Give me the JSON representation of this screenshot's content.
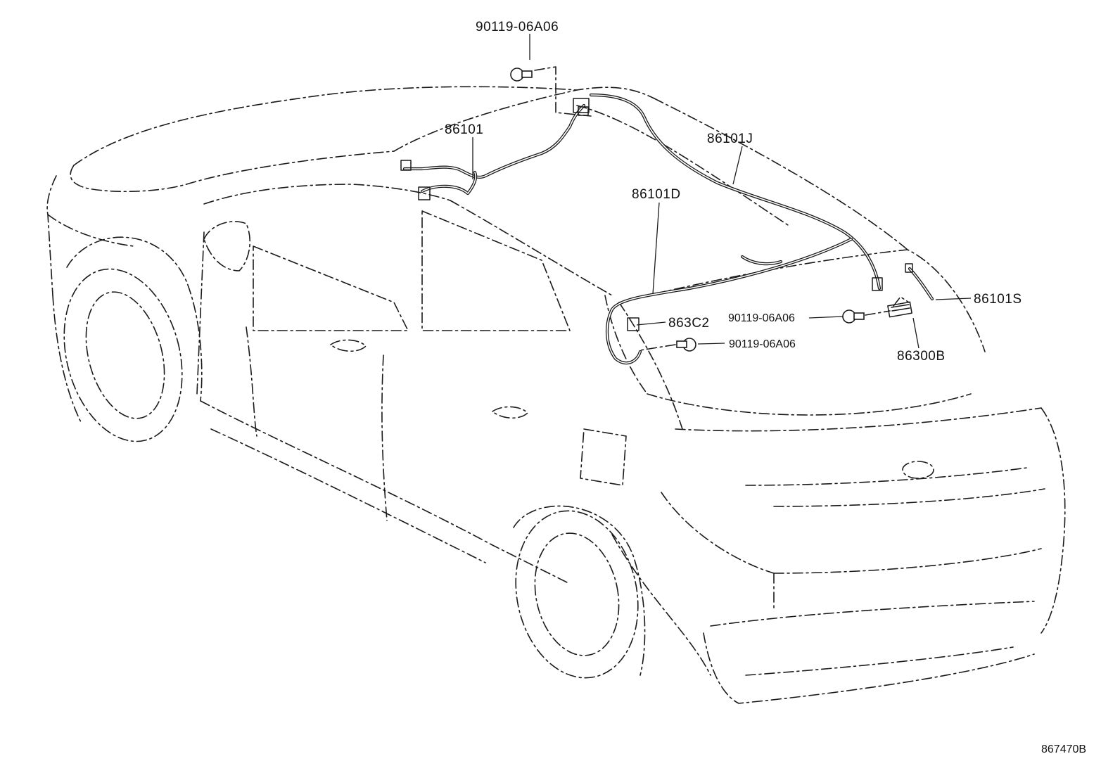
{
  "diagram": {
    "parts": [
      {
        "id": "bolt-top",
        "label": "90119-06A06"
      },
      {
        "id": "harness-main",
        "label": "86101"
      },
      {
        "id": "harness-roof",
        "label": "86101J"
      },
      {
        "id": "harness-trunk",
        "label": "86101D"
      },
      {
        "id": "harness-side",
        "label": "86101S"
      },
      {
        "id": "connector-863c2",
        "label": "863C2"
      },
      {
        "id": "bolt-mid-right",
        "label": "90119-06A06"
      },
      {
        "id": "bolt-mid-left",
        "label": "90119-06A06"
      },
      {
        "id": "antenna-86300b",
        "label": "86300B"
      }
    ],
    "figure_code": "867470B"
  }
}
